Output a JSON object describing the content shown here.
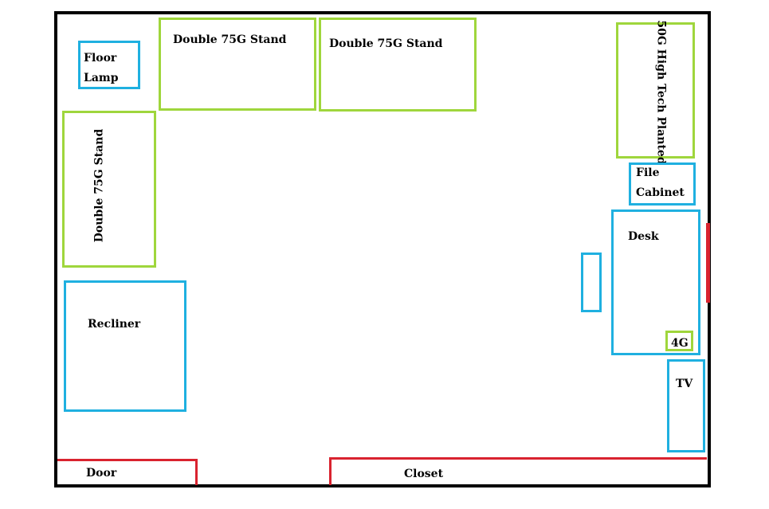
{
  "colors": {
    "wall": "#000000",
    "tank": "#9fd63c",
    "furniture": "#1fb0e0",
    "opening": "#d9232f"
  },
  "items": {
    "floor_lamp": {
      "line1": "Floor",
      "line2": "Lamp"
    },
    "stand_top_left": "Double 75G Stand",
    "stand_top_middle": "Double 75G Stand",
    "stand_left_side": "Double 75G Stand",
    "planted_tank": "50G High Tech Planted",
    "file_cabinet": {
      "line1": "File",
      "line2": "Cabinet"
    },
    "desk": "Desk",
    "small_tank": "4G",
    "tv": "TV",
    "recliner": "Recliner",
    "door": "Door",
    "closet": "Closet"
  }
}
